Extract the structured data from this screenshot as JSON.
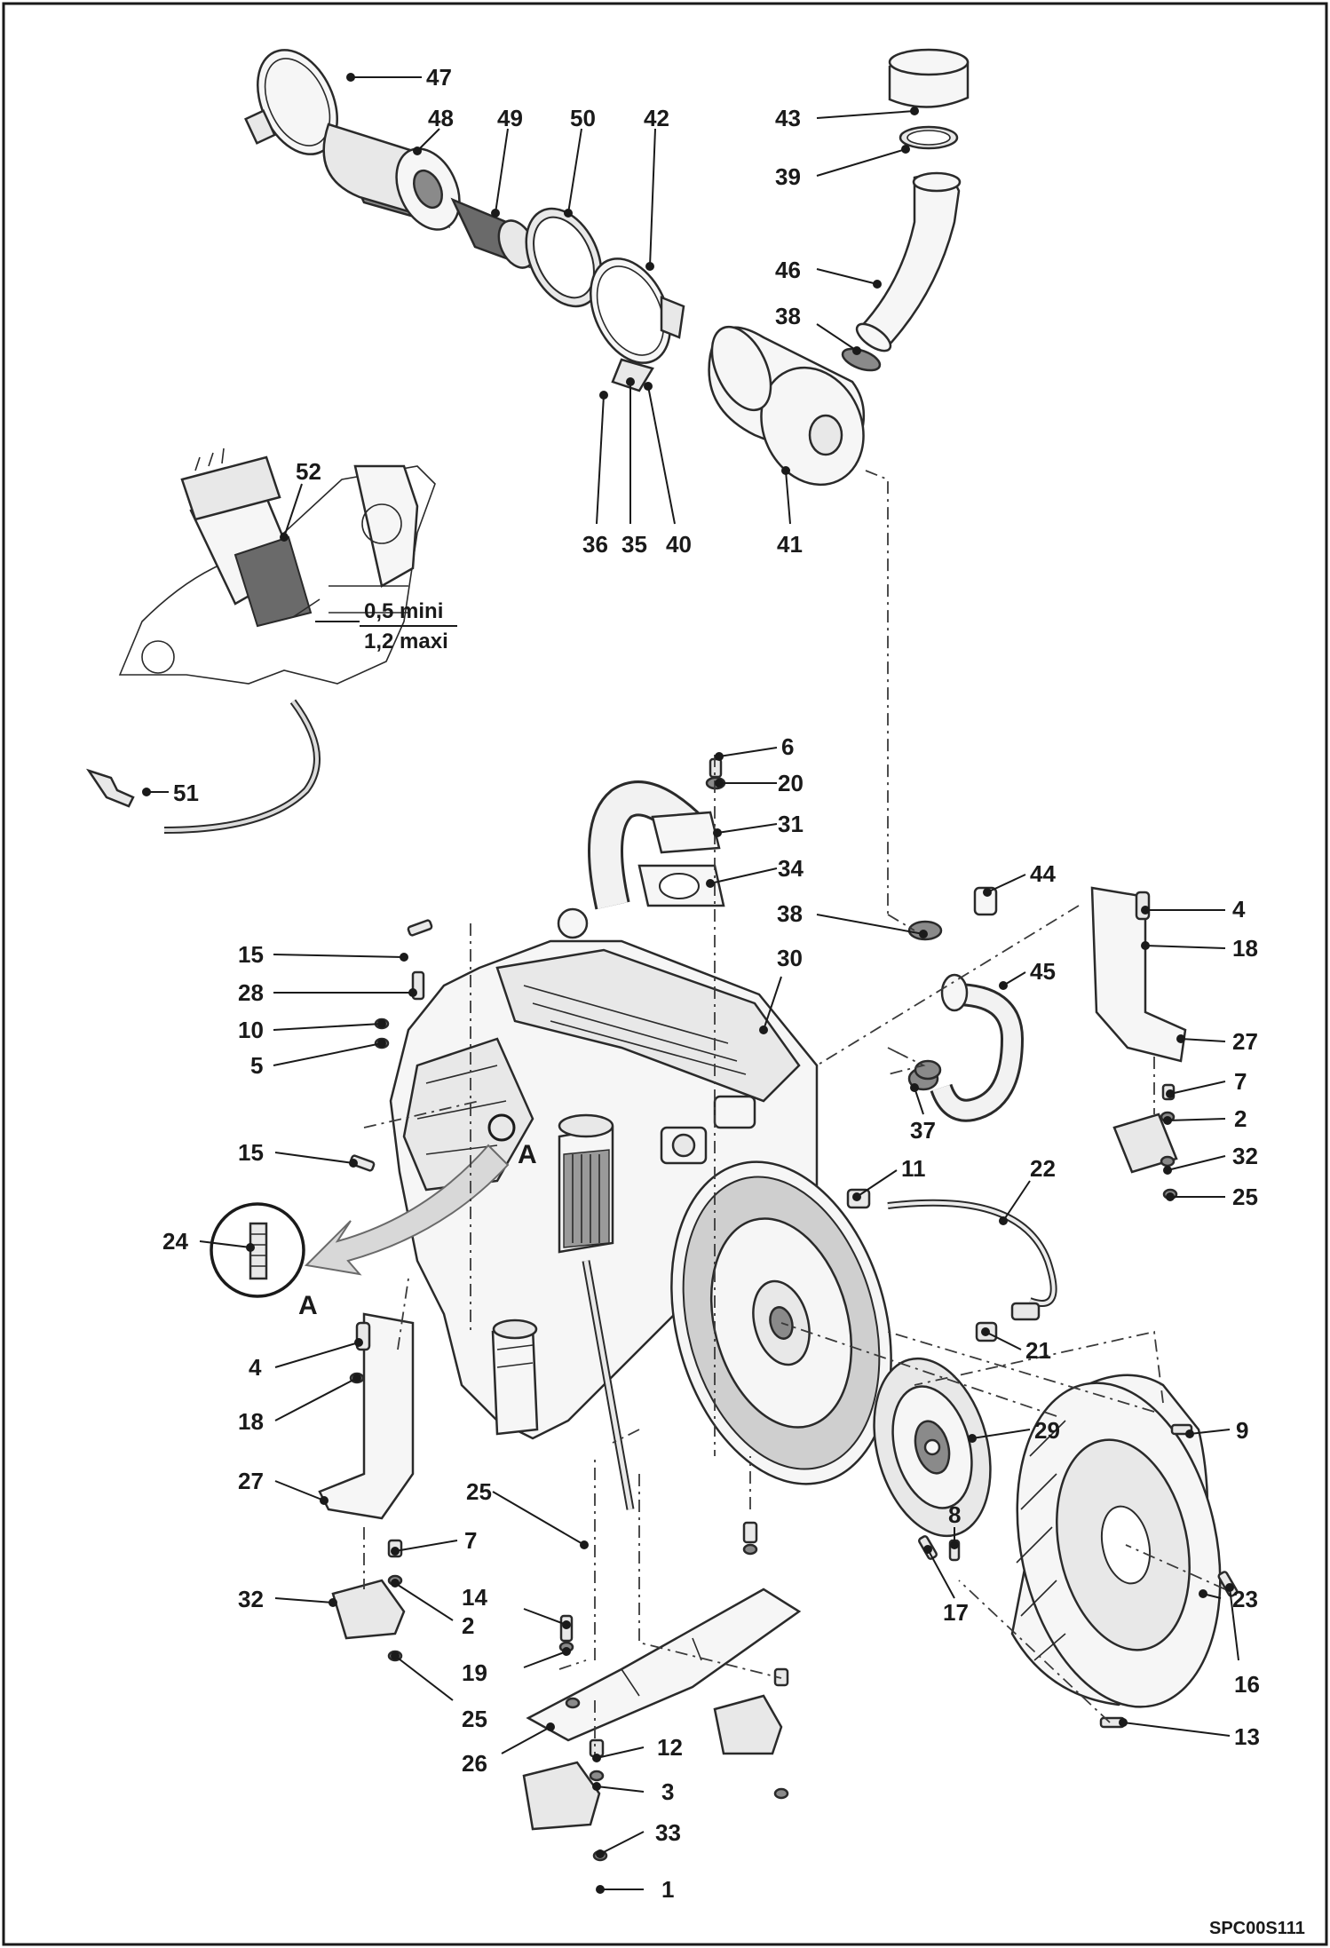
{
  "drawing": {
    "reference_code": "SPC00S111",
    "detail_marker": "A",
    "gap_note": {
      "line1": "0,5 mini",
      "line2": "1,2 maxi"
    }
  },
  "callouts": [
    {
      "id": "c47",
      "label": "47"
    },
    {
      "id": "c48",
      "label": "48"
    },
    {
      "id": "c49",
      "label": "49"
    },
    {
      "id": "c50",
      "label": "50"
    },
    {
      "id": "c42",
      "label": "42"
    },
    {
      "id": "c43",
      "label": "43"
    },
    {
      "id": "c39",
      "label": "39"
    },
    {
      "id": "c46",
      "label": "46"
    },
    {
      "id": "c38a",
      "label": "38"
    },
    {
      "id": "c36",
      "label": "36"
    },
    {
      "id": "c35",
      "label": "35"
    },
    {
      "id": "c40",
      "label": "40"
    },
    {
      "id": "c41",
      "label": "41"
    },
    {
      "id": "c52",
      "label": "52"
    },
    {
      "id": "c51",
      "label": "51"
    },
    {
      "id": "c6",
      "label": "6"
    },
    {
      "id": "c20",
      "label": "20"
    },
    {
      "id": "c31",
      "label": "31"
    },
    {
      "id": "c34",
      "label": "34"
    },
    {
      "id": "c44",
      "label": "44"
    },
    {
      "id": "c38b",
      "label": "38"
    },
    {
      "id": "c30",
      "label": "30"
    },
    {
      "id": "c45",
      "label": "45"
    },
    {
      "id": "c4a",
      "label": "4"
    },
    {
      "id": "c18a",
      "label": "18"
    },
    {
      "id": "c27a",
      "label": "27"
    },
    {
      "id": "c7a",
      "label": "7"
    },
    {
      "id": "c2a",
      "label": "2"
    },
    {
      "id": "c32a",
      "label": "32"
    },
    {
      "id": "c25a",
      "label": "25"
    },
    {
      "id": "c15a",
      "label": "15"
    },
    {
      "id": "c28",
      "label": "28"
    },
    {
      "id": "c10",
      "label": "10"
    },
    {
      "id": "c5",
      "label": "5"
    },
    {
      "id": "c37",
      "label": "37"
    },
    {
      "id": "c11",
      "label": "11"
    },
    {
      "id": "c22",
      "label": "22"
    },
    {
      "id": "c15b",
      "label": "15"
    },
    {
      "id": "c24",
      "label": "24"
    },
    {
      "id": "c21",
      "label": "21"
    },
    {
      "id": "c4b",
      "label": "4"
    },
    {
      "id": "c18b",
      "label": "18"
    },
    {
      "id": "c29",
      "label": "29"
    },
    {
      "id": "c9",
      "label": "9"
    },
    {
      "id": "c27b",
      "label": "27"
    },
    {
      "id": "c25b",
      "label": "25"
    },
    {
      "id": "c8",
      "label": "8"
    },
    {
      "id": "c7b",
      "label": "7"
    },
    {
      "id": "c32b",
      "label": "32"
    },
    {
      "id": "c2b",
      "label": "2"
    },
    {
      "id": "c14",
      "label": "14"
    },
    {
      "id": "c23",
      "label": "23"
    },
    {
      "id": "c17",
      "label": "17"
    },
    {
      "id": "c19",
      "label": "19"
    },
    {
      "id": "c16",
      "label": "16"
    },
    {
      "id": "c25c",
      "label": "25"
    },
    {
      "id": "c26",
      "label": "26"
    },
    {
      "id": "c13",
      "label": "13"
    },
    {
      "id": "c12",
      "label": "12"
    },
    {
      "id": "c3",
      "label": "3"
    },
    {
      "id": "c33",
      "label": "33"
    },
    {
      "id": "c1",
      "label": "1"
    }
  ]
}
